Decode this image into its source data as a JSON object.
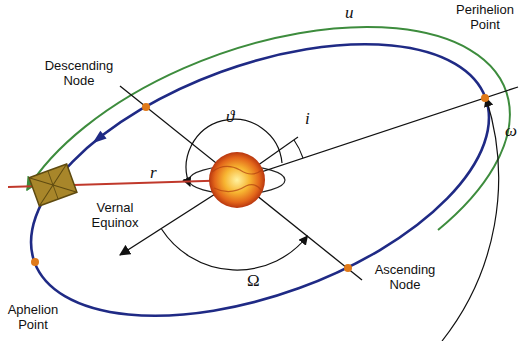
{
  "diagram": {
    "labels": [
      "u",
      "Perihelion Point",
      "Descending Node",
      "ϑ",
      "i",
      "r",
      "ω",
      "Vernal Equinox",
      "Ascending Node",
      "Ω",
      "Aphelion Point"
    ]
  }
}
